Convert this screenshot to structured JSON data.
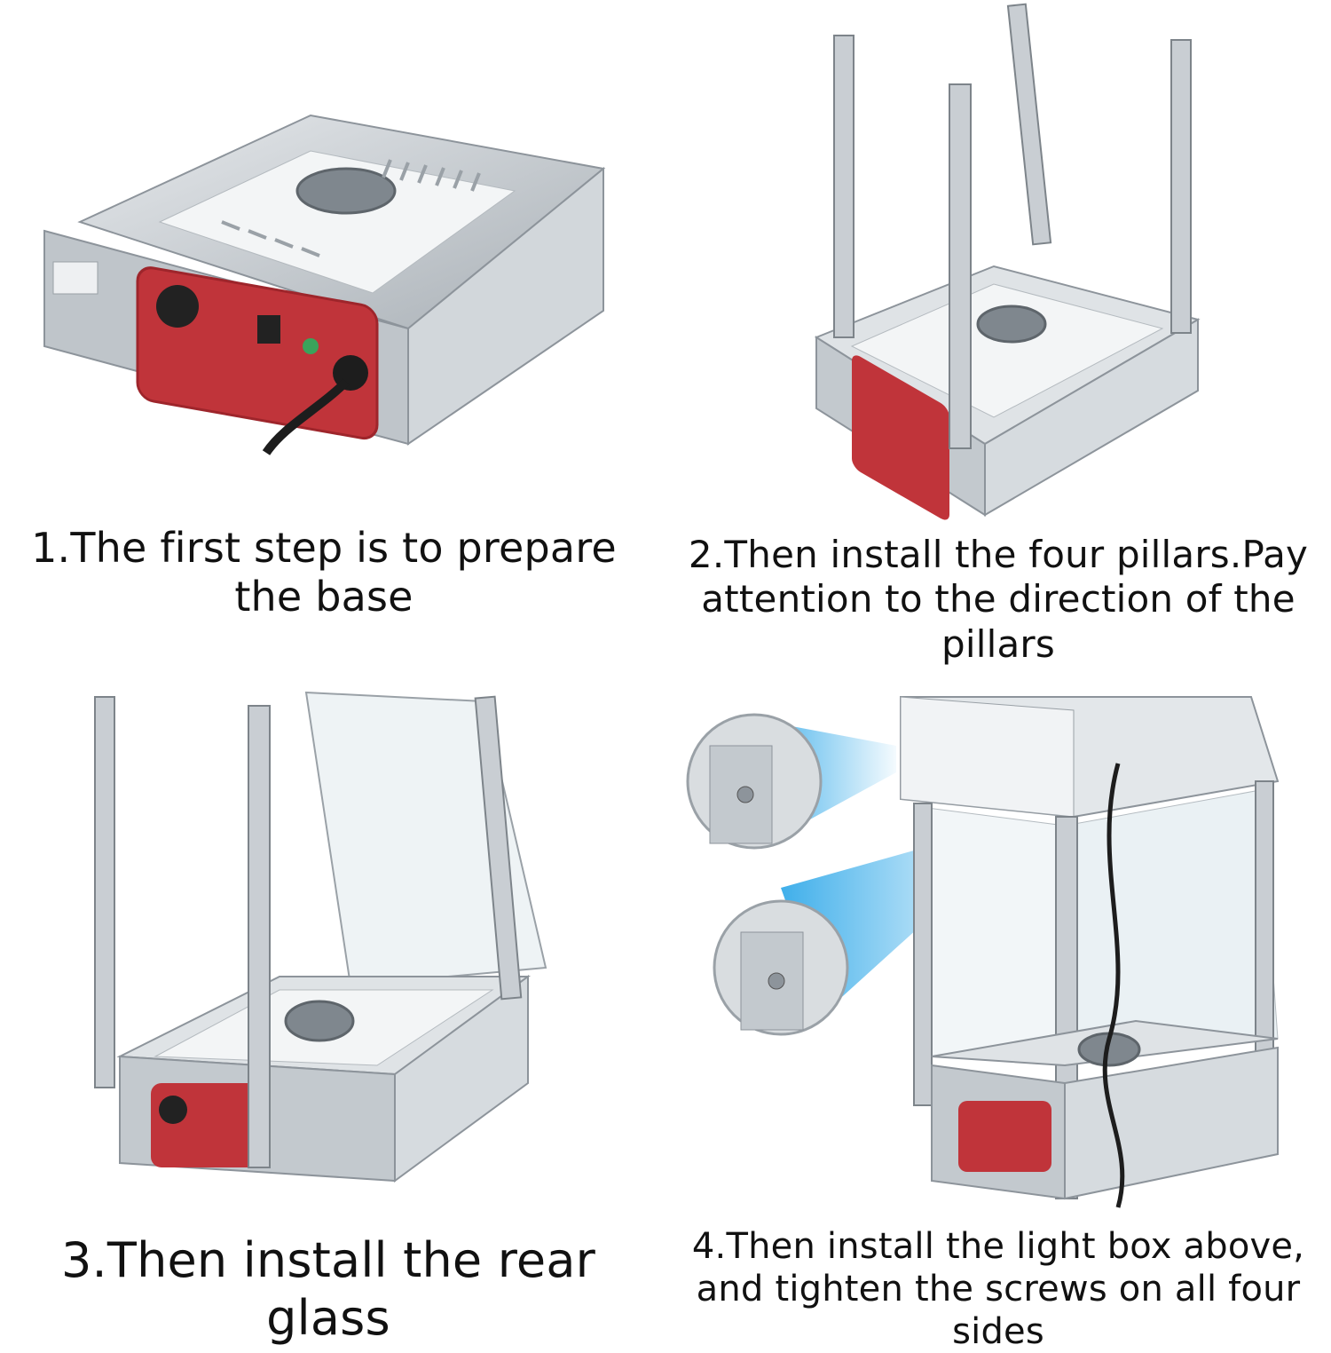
{
  "steps": [
    {
      "caption": "1.The first step is to prepare the base"
    },
    {
      "caption": "2.Then install the four pillars.Pay attention to the direction of the pillars"
    },
    {
      "caption": "3.Then install the rear glass"
    },
    {
      "caption": "4.Then install the light box above, and tighten the screws on all four sides"
    }
  ],
  "colors": {
    "steel": "#c9ced3",
    "steel_dark": "#8d949b",
    "control_panel": "#c0343a",
    "glass": "#e9f0f3",
    "zoom_beam": "#2aa6e8"
  }
}
